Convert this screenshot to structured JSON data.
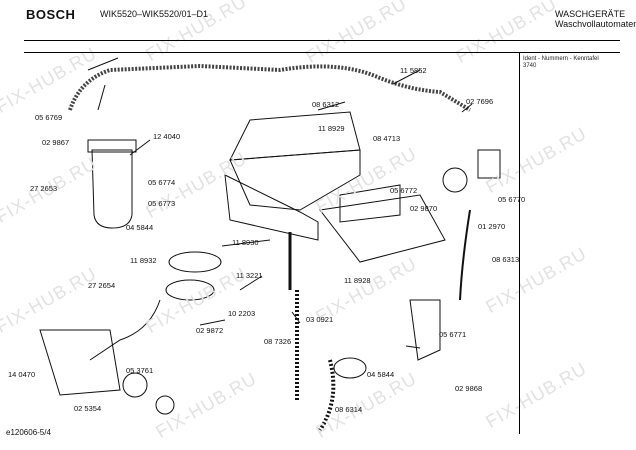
{
  "header": {
    "brand": "BOSCH",
    "model": "WIK5520–WIK5520/01–D1",
    "category_line1": "WASCHGERÄTE",
    "category_line2": "Waschvollautomaten"
  },
  "ident": {
    "label": "Ident - Nummern - Kenntafel",
    "number": "3740"
  },
  "footer": {
    "code": "e120606-5/4"
  },
  "watermark": "FIX-HUB.RU",
  "part_labels": [
    "11 5852",
    "02 7696",
    "08 6312",
    "08 4713",
    "05 6769",
    "02 9867",
    "12 4040",
    "11 8929",
    "27 2653",
    "05 6774",
    "05 6773",
    "04 5844",
    "11 8930",
    "05 6772",
    "05 6770",
    "02 9870",
    "01 2970",
    "11 8932",
    "27 2654",
    "11 3221",
    "10 2203",
    "02 9872",
    "03 0921",
    "11 8928",
    "08 6313",
    "08 7326",
    "05 6771",
    "14 0470",
    "05 3761",
    "02 5354",
    "04 5844",
    "08 6314",
    "02 9868"
  ]
}
